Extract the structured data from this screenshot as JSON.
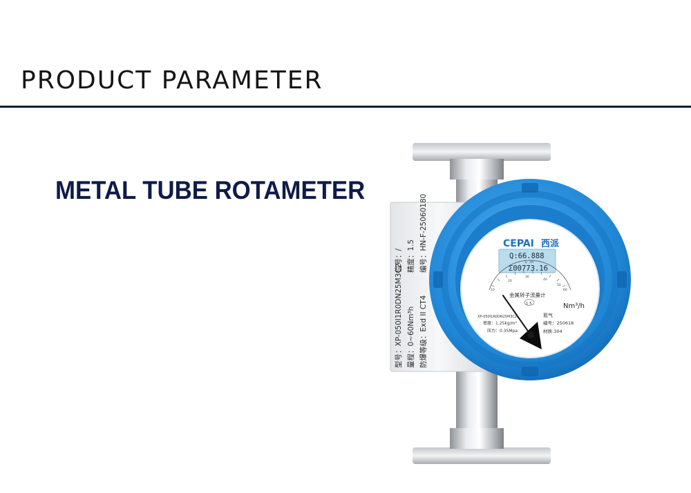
{
  "header": {
    "title": "PRODUCT PARAMETER"
  },
  "product": {
    "name": "METAL TUBE ROTAMETER"
  },
  "nameplate": {
    "model_label": "型号：XP-050I1R0DN25M3C2",
    "range_label": "量程：0~60Nm³h",
    "explosion_label": "防爆等级：Exd II CT4",
    "position_label": "位号：/",
    "accuracy_label": "精度：1.5",
    "serial_label": "编号：HN-F-25060180"
  },
  "dial": {
    "brand": "CEPAI",
    "brand_cn": "西派",
    "flow_display": "Q:66.888",
    "flow_unit": "L    /h",
    "total_display": "Σ00773.16",
    "scale_title": "金属转子流量计",
    "accuracy_badge": "1.5",
    "unit": "Nm³/h",
    "medium": "氮气",
    "model_small": "XP-050I1R0DN25M3C2",
    "density": "密度：1.25kg/m³",
    "pressure": "压力：0.35Mpa",
    "number": "编号：250618",
    "material": "材质:304",
    "scale_ticks": [
      "10",
      "20",
      "30",
      "40",
      "50",
      "60"
    ]
  },
  "colors": {
    "header_rule": "#0d1a3e",
    "product_title": "#0f1b49",
    "dial_blue": "#1f86d6"
  }
}
